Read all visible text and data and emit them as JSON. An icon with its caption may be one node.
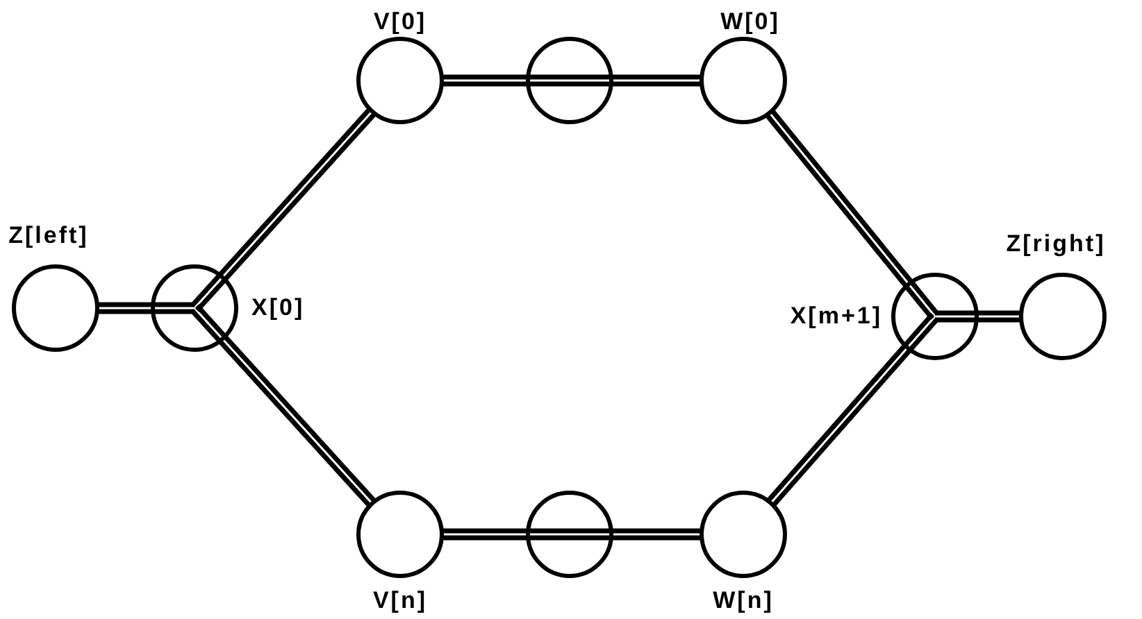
{
  "diagram": {
    "nodes": [
      {
        "text": [
          "Z[left]"
        ]
      },
      {
        "text": [
          "X[0]"
        ]
      },
      {
        "text": [
          "V[0]"
        ]
      },
      {
        "text": [],
        "shape": "circle"
      },
      {
        "text": [
          "W[0]"
        ]
      },
      {
        "text": [
          "V[n]"
        ]
      },
      {
        "text": [],
        "shape": "circle"
      },
      {
        "text": [
          "W[n]"
        ]
      },
      {
        "text": [
          "X[m+1]"
        ]
      },
      {
        "text": [
          "Z[right]"
        ]
      }
    ],
    "edges": [
      {
        "from": 0,
        "to": 1,
        "arrow": "none"
      },
      {
        "from": 1,
        "to": 2,
        "arrow": "none"
      },
      {
        "from": 2,
        "to": 3,
        "arrow": "none"
      },
      {
        "from": 3,
        "to": 4,
        "arrow": "none"
      },
      {
        "from": 4,
        "to": 8,
        "arrow": "none"
      },
      {
        "from": 1,
        "to": 5,
        "arrow": "none"
      },
      {
        "from": 5,
        "to": 6,
        "arrow": "none"
      },
      {
        "from": 6,
        "to": 7,
        "arrow": "none"
      },
      {
        "from": 7,
        "to": 8,
        "arrow": "none"
      },
      {
        "from": 8,
        "to": 9,
        "arrow": "none"
      }
    ]
  }
}
